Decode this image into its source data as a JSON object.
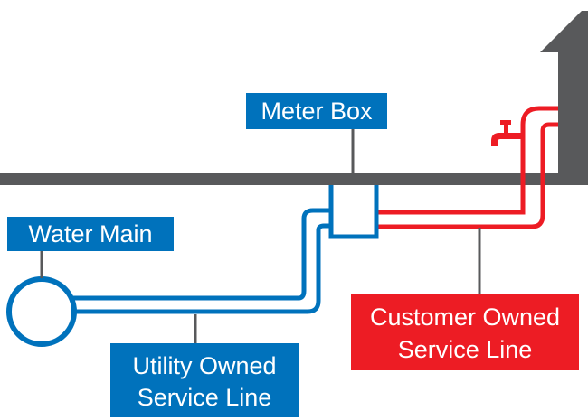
{
  "labels": {
    "meter_box": "Meter Box",
    "water_main": "Water Main",
    "utility_line_1": "Utility Owned",
    "utility_line_2": "Service Line",
    "customer_line_1": "Customer Owned",
    "customer_line_2": "Service Line"
  },
  "colors": {
    "utility": "#0072bc",
    "customer": "#ed1c24",
    "structure": "#58595b"
  }
}
